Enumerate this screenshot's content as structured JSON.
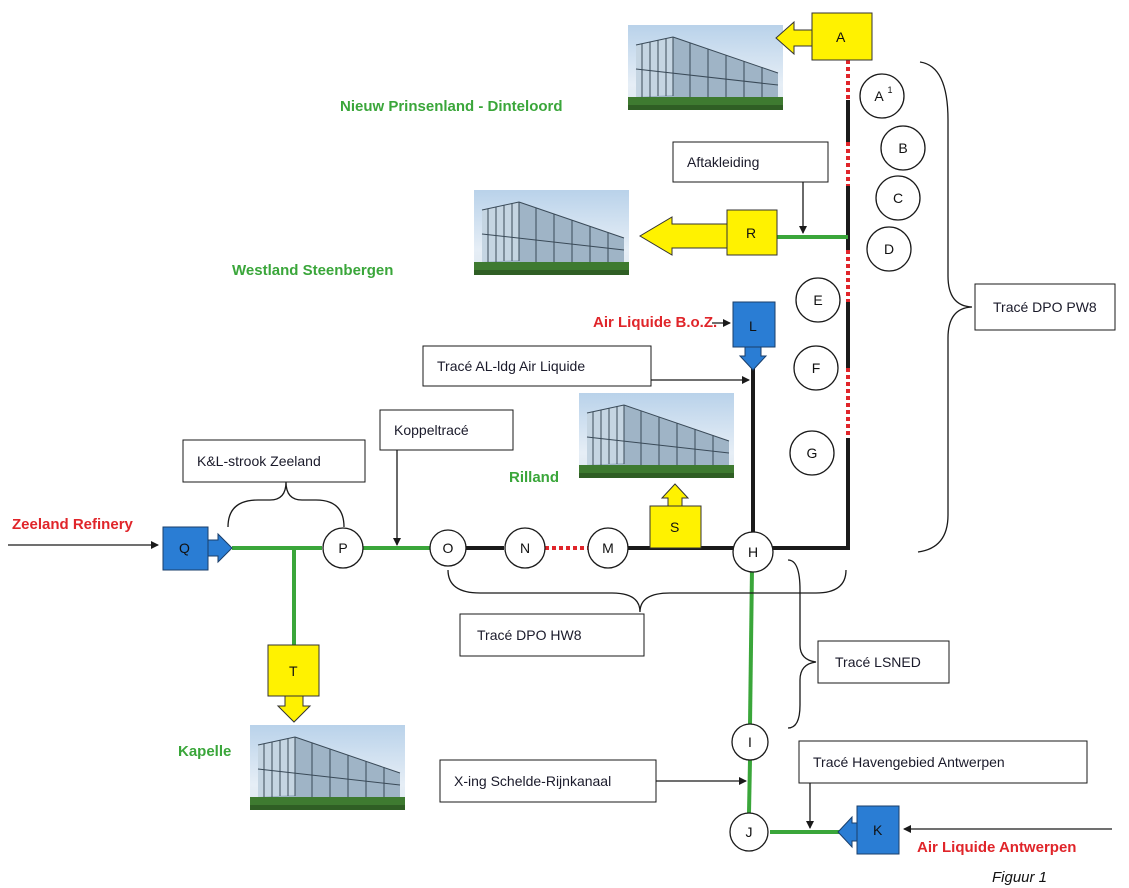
{
  "colors": {
    "green_pipe": "#3aa63a",
    "black_pipe": "#1a1a1a",
    "red_dotted": "#e0252a",
    "yellow_box": "#fff200",
    "blue_box": "#2a7dd4"
  },
  "sites": {
    "nieuw_prinsenland": "Nieuw Prinsenland - Dinteloord",
    "westland": "Westland Steenbergen",
    "rilland": "Rilland",
    "kapelle": "Kapelle"
  },
  "sources": {
    "zeeland_refinery": "Zeeland Refinery",
    "air_liquide_boz": "Air Liquide B.o.Z.",
    "air_liquide_antwerpen": "Air Liquide Antwerpen"
  },
  "labels": {
    "aftakleiding": "Aftakleiding",
    "trace_dpo_pw8": "Tracé DPO PW8",
    "trace_al_ldg": "Tracé AL-ldg Air Liquide",
    "koppeltrace": "Koppeltracé",
    "kl_strook": "K&L-strook Zeeland",
    "trace_dpo_hw8": "Tracé DPO HW8",
    "trace_lsned": "Tracé LSNED",
    "x_ing": "X-ing Schelde-Rijnkanaal",
    "trace_havengebied": "Tracé Havengebied Antwerpen"
  },
  "boxes": {
    "A": "A",
    "R": "R",
    "L": "L",
    "S": "S",
    "Q": "Q",
    "T": "T",
    "K": "K"
  },
  "nodes": {
    "A1": "A",
    "A1_sup": "1",
    "B": "B",
    "C": "C",
    "D": "D",
    "E": "E",
    "F": "F",
    "G": "G",
    "H": "H",
    "M": "M",
    "N": "N",
    "O": "O",
    "P": "P",
    "I": "I",
    "J": "J"
  },
  "caption": "Figuur 1"
}
